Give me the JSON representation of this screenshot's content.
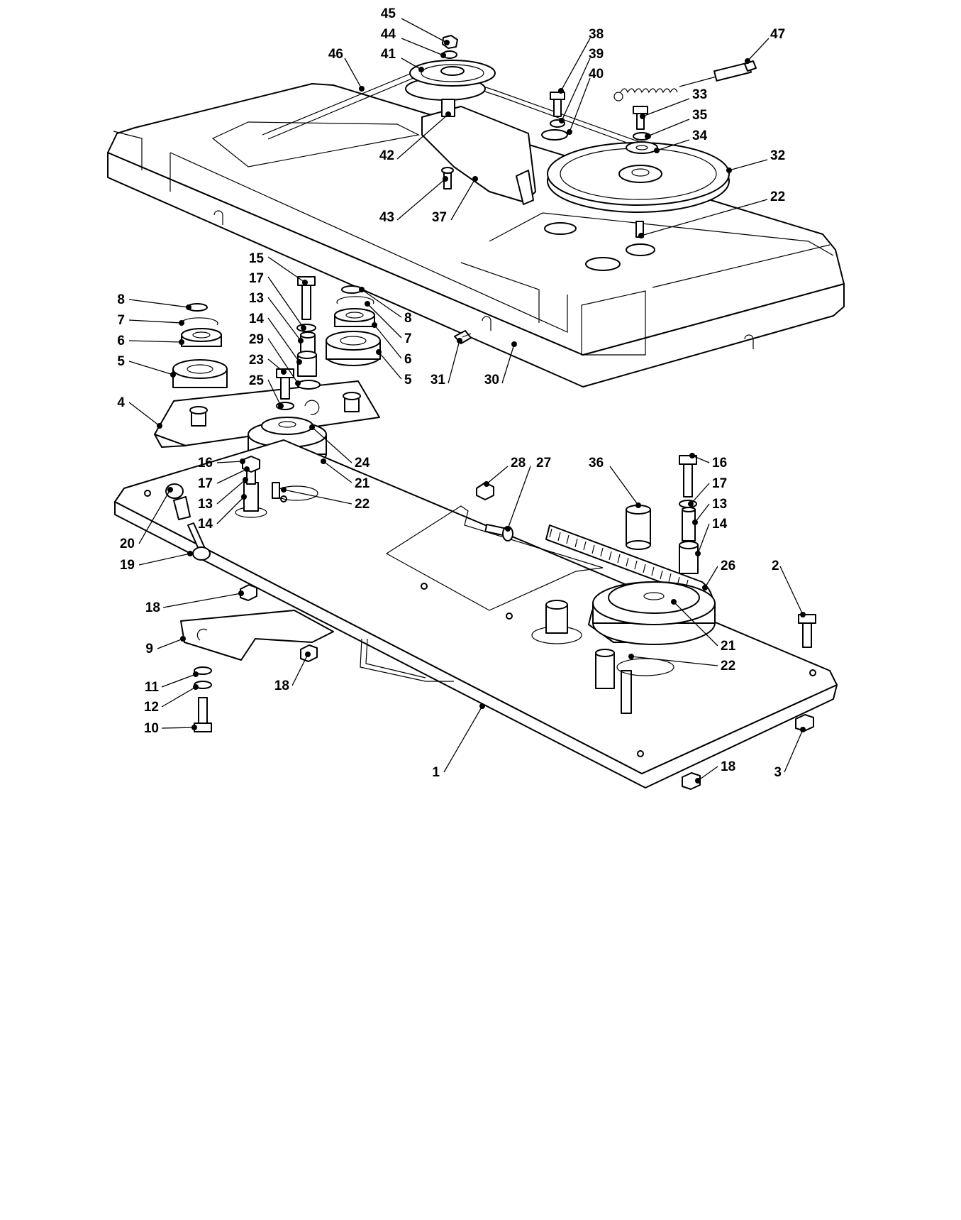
{
  "labels": [
    "1",
    "2",
    "3",
    "4",
    "5",
    "6",
    "7",
    "8",
    "9",
    "10",
    "11",
    "12",
    "13",
    "14",
    "15",
    "16",
    "17",
    "18",
    "19",
    "20",
    "21",
    "22",
    "23",
    "24",
    "25",
    "26",
    "27",
    "28",
    "29",
    "30",
    "31",
    "32",
    "33",
    "34",
    "35",
    "36",
    "37",
    "38",
    "39",
    "40",
    "41",
    "42",
    "43",
    "44",
    "45",
    "46",
    "47"
  ],
  "callouts": [
    {
      "text": "45"
    },
    {
      "text": "44"
    },
    {
      "text": "41"
    },
    {
      "text": "46"
    },
    {
      "text": "38"
    },
    {
      "text": "39"
    },
    {
      "text": "40"
    },
    {
      "text": "47"
    },
    {
      "text": "33"
    },
    {
      "text": "35"
    },
    {
      "text": "34"
    },
    {
      "text": "32"
    },
    {
      "text": "42"
    },
    {
      "text": "43"
    },
    {
      "text": "37"
    },
    {
      "text": "22"
    },
    {
      "text": "15"
    },
    {
      "text": "17"
    },
    {
      "text": "13"
    },
    {
      "text": "14"
    },
    {
      "text": "29"
    },
    {
      "text": "23"
    },
    {
      "text": "25"
    },
    {
      "text": "8"
    },
    {
      "text": "7"
    },
    {
      "text": "6"
    },
    {
      "text": "5"
    },
    {
      "text": "4"
    },
    {
      "text": "8"
    },
    {
      "text": "7"
    },
    {
      "text": "6"
    },
    {
      "text": "5"
    },
    {
      "text": "31"
    },
    {
      "text": "30"
    },
    {
      "text": "16"
    },
    {
      "text": "17"
    },
    {
      "text": "13"
    },
    {
      "text": "14"
    },
    {
      "text": "24"
    },
    {
      "text": "21"
    },
    {
      "text": "22"
    },
    {
      "text": "28"
    },
    {
      "text": "27"
    },
    {
      "text": "36"
    },
    {
      "text": "16"
    },
    {
      "text": "17"
    },
    {
      "text": "13"
    },
    {
      "text": "14"
    },
    {
      "text": "20"
    },
    {
      "text": "19"
    },
    {
      "text": "26"
    },
    {
      "text": "2"
    },
    {
      "text": "18"
    },
    {
      "text": "9"
    },
    {
      "text": "11"
    },
    {
      "text": "12"
    },
    {
      "text": "10"
    },
    {
      "text": "18"
    },
    {
      "text": "21"
    },
    {
      "text": "22"
    },
    {
      "text": "1"
    },
    {
      "text": "18"
    },
    {
      "text": "3"
    }
  ]
}
